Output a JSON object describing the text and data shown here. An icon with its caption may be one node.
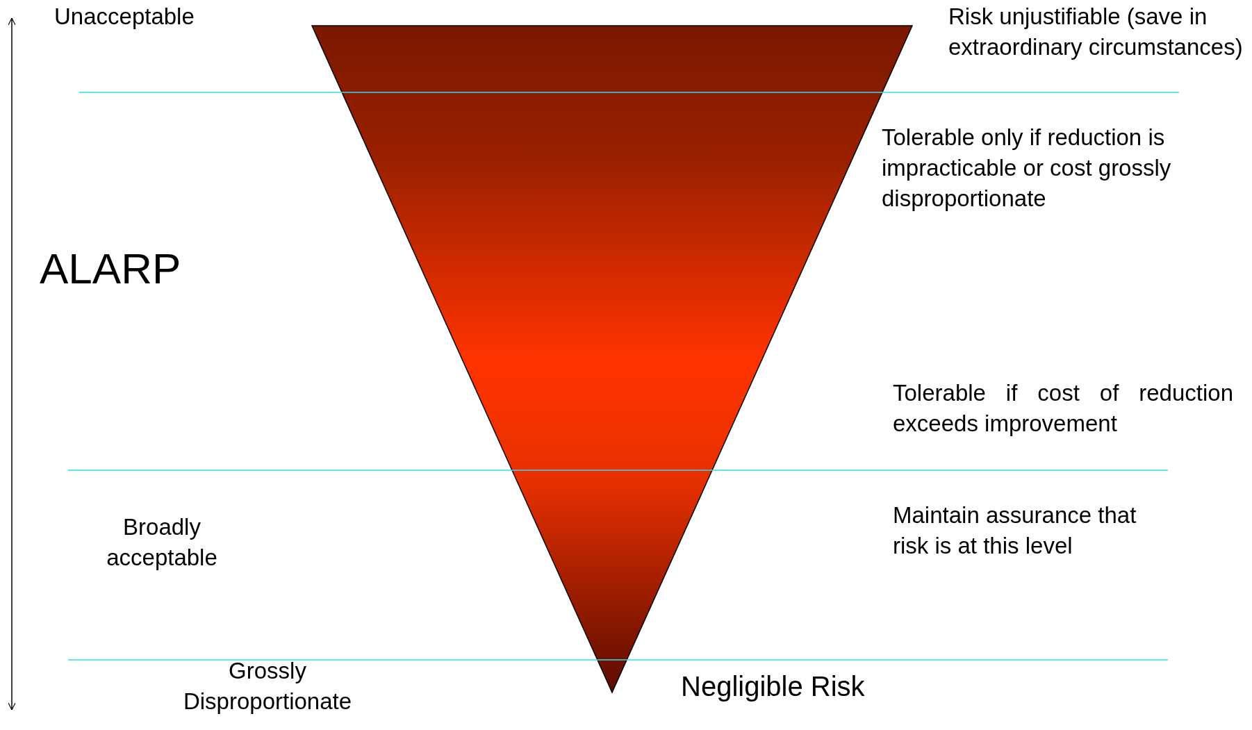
{
  "diagram": {
    "labels": [
      "Unacceptable",
      "Risk unjustifiable (save in extraordinary circumstances)",
      "Tolerable only if reduction is impracticable or cost grossly disproportionate",
      "ALARP",
      "Tolerable if cost of reduction exceeds improvement",
      "Broadly acceptable",
      "Maintain assurance that risk is at this level",
      "Grossly Disproportionate",
      "Negligible Risk"
    ]
  }
}
